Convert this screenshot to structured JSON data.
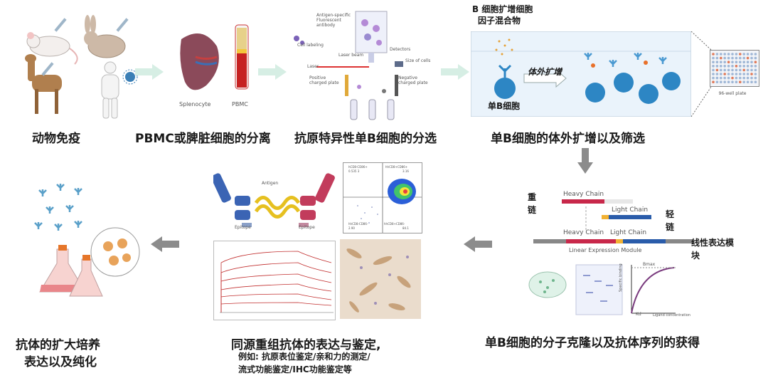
{
  "captions": {
    "step1": "动物免疫",
    "step2": "PBMC或脾脏细胞的分离",
    "step3": "抗原特异性单B细胞的分选",
    "step4": "单B细胞的体外扩增以及筛选",
    "step5": "单B细胞的分子克隆以及抗体序列的获得",
    "step6_title": "同源重组抗体的表达与鉴定,",
    "step6_line2": "例如: 抗原表位鉴定/亲和力的测定/",
    "step6_line3": "流式功能鉴定/IHC功能鉴定等",
    "step7_line1": "抗体的扩大培养",
    "step7_line2": "表达以及纯化"
  },
  "panel2": {
    "left_label": "Splenocyte",
    "right_label": "PBMC"
  },
  "panel3": {
    "antibody": "Antigen-specific Fluorescent antibody",
    "cell_labeling": "Cell labeling",
    "laser_beam": "Laser beam",
    "laser": "Laser",
    "detectors": "Detectors",
    "size_of_cells": "Size of cells",
    "positive": "Positive charged plate",
    "negative": "Negative charged plate"
  },
  "panel4": {
    "mix_line1": "B 细胞扩增细胞",
    "mix_line2": "因子混合物",
    "expand": "体外扩增",
    "single_b": "单B细胞",
    "plate": "96-well plate"
  },
  "panel5": {
    "heavy_cn": "重",
    "heavy_cn2": "链",
    "light_cn": "轻",
    "light_cn2": "链",
    "heavy_chain": "Heavy Chain",
    "light_chain": "Light Chain",
    "module": "Linear Expression Module",
    "module_cn": "线性表达模",
    "module_cn2": "块",
    "graph_y": "Specific binding",
    "graph_ymax": "Bmax",
    "graph_x": "Ligand concentration",
    "graph_kd": "Kd"
  },
  "panel6": {
    "antigen": "Antigen",
    "epitope_l": "Epitope",
    "epitope_r": "Epitope",
    "fc_tl": "hCD8-CD86+",
    "fc_tl_v": "0.535 3",
    "fc_tr": "hhCD8+CD86+",
    "fc_tr_v": "3.16",
    "fc_bl": "hhCD8-CD86-",
    "fc_bl_v": "2.90",
    "fc_br": "hhCD8+CD86-",
    "fc_br_v": "84.1"
  },
  "colors": {
    "arrow_light": "#d6eee4",
    "arrow_gray": "#8c8c8c",
    "b_cell": "#2d86c4",
    "heavy": "#c8284a",
    "light": "#2a5caa",
    "linker": "#f2b233"
  }
}
